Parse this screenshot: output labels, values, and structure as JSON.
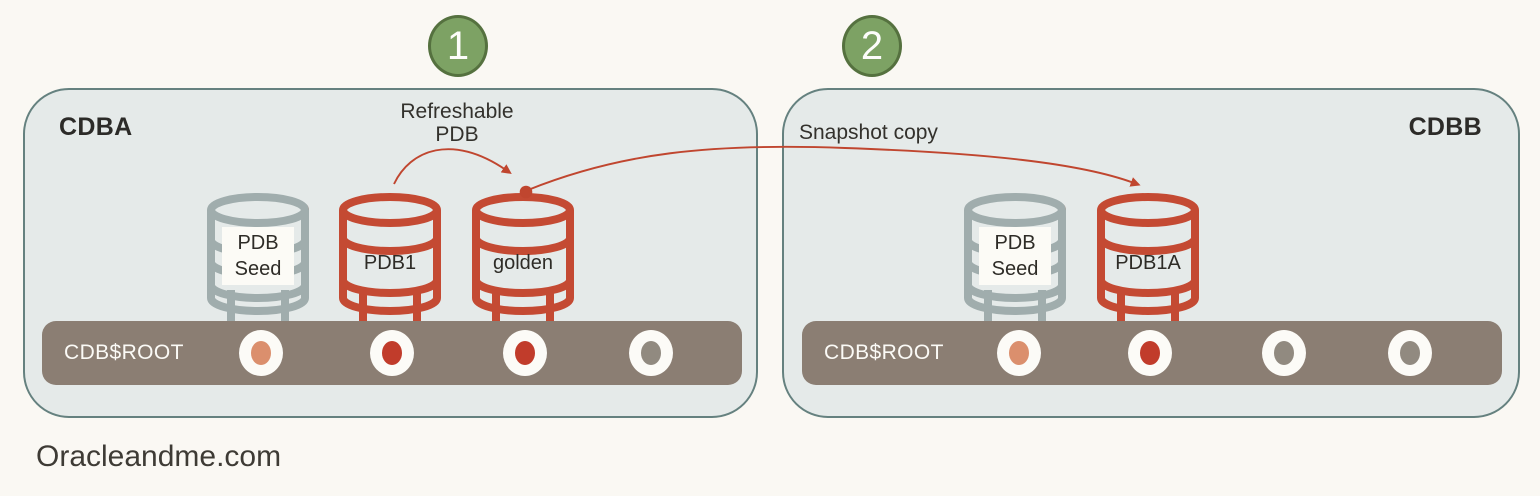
{
  "site": {
    "watermark": "Oracleandme.com"
  },
  "steps": [
    {
      "label": "1"
    },
    {
      "label": "2"
    }
  ],
  "annotations": {
    "refreshable_line1": "Refreshable",
    "refreshable_line2": "PDB",
    "snapshot_copy": "Snapshot copy"
  },
  "containers": [
    {
      "title": "CDBA",
      "root_label": "CDB$ROOT",
      "pdbs": [
        {
          "label": "PDB\nSeed",
          "kind": "seed"
        },
        {
          "label": "PDB1",
          "kind": "pdb"
        },
        {
          "label": "golden",
          "kind": "pdb"
        }
      ],
      "sockets": [
        "salmon",
        "red",
        "red",
        "gray"
      ]
    },
    {
      "title": "CDBB",
      "root_label": "CDB$ROOT",
      "pdbs": [
        {
          "label": "PDB\nSeed",
          "kind": "seed"
        },
        {
          "label": "PDB1A",
          "kind": "pdb"
        }
      ],
      "sockets": [
        "salmon",
        "red",
        "gray",
        "gray"
      ]
    }
  ],
  "colors": {
    "background": "#faf8f3",
    "container_fill": "#e5eae9",
    "container_border": "#65817f",
    "root_bar": "#8b7e73",
    "accent_red": "#c0462f",
    "cylinder_red": "#c44a33",
    "cylinder_gray": "#a0adad",
    "badge_green": "#7da264",
    "badge_border": "#55713f",
    "socket_salmon": "#db8f6d",
    "socket_red": "#c13c2b",
    "socket_gray": "#918a80"
  }
}
